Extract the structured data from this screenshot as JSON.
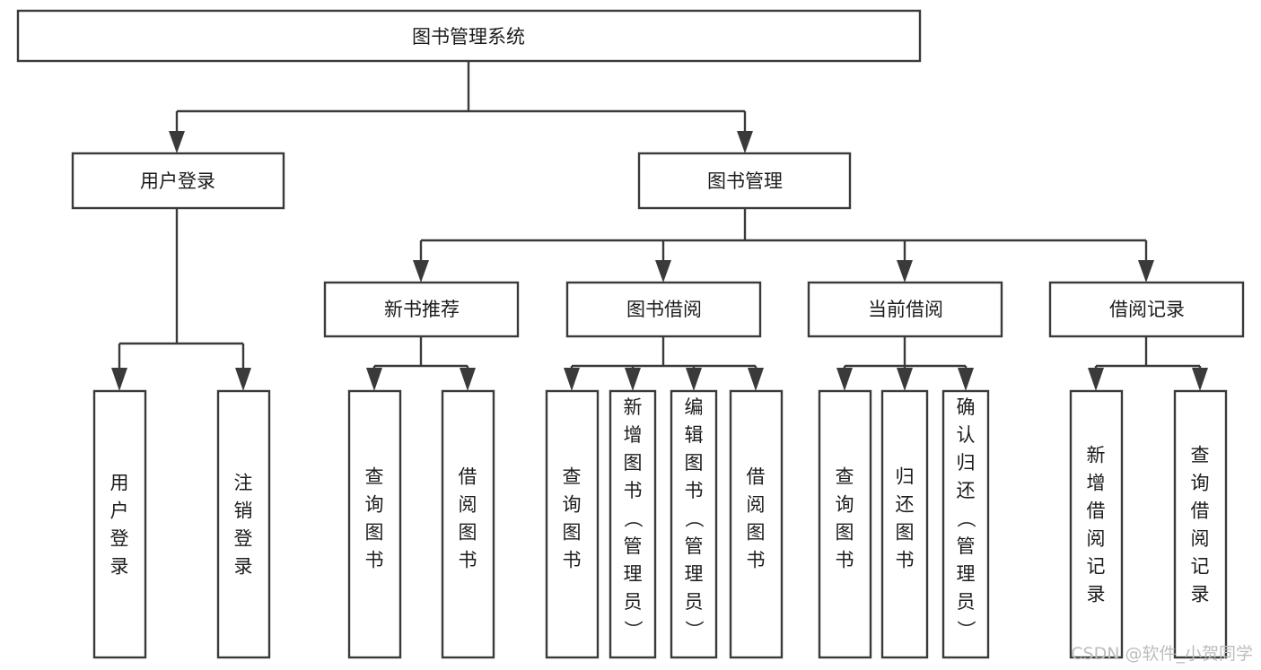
{
  "diagram": {
    "type": "tree-hierarchy-flowchart",
    "title": "图书管理系统",
    "watermark": "CSDN @软件_小贺同学",
    "colors": {
      "background": "#ffffff",
      "box_fill": "#ffffff",
      "box_stroke": "#3a3a3a",
      "text": "#1c1c1c",
      "watermark": "#bdbdbd"
    },
    "levels": [
      {
        "level": 1,
        "nodes": [
          {
            "id": "root",
            "label": "图书管理系统",
            "orientation": "horizontal"
          }
        ]
      },
      {
        "level": 2,
        "nodes": [
          {
            "id": "user-login",
            "label": "用户登录",
            "orientation": "horizontal",
            "parent": "root"
          },
          {
            "id": "book-manage",
            "label": "图书管理",
            "orientation": "horizontal",
            "parent": "root"
          }
        ]
      },
      {
        "level": 3,
        "nodes": [
          {
            "id": "new-book-rec",
            "label": "新书推荐",
            "orientation": "horizontal",
            "parent": "book-manage"
          },
          {
            "id": "book-borrow",
            "label": "图书借阅",
            "orientation": "horizontal",
            "parent": "book-manage"
          },
          {
            "id": "current-borrow",
            "label": "当前借阅",
            "orientation": "horizontal",
            "parent": "book-manage"
          },
          {
            "id": "borrow-record",
            "label": "借阅记录",
            "orientation": "horizontal",
            "parent": "book-manage"
          }
        ]
      },
      {
        "level": 4,
        "nodes": [
          {
            "id": "leaf-user-login",
            "label": "用户登录",
            "orientation": "vertical",
            "parent": "user-login"
          },
          {
            "id": "leaf-logout",
            "label": "注销登录",
            "orientation": "vertical",
            "parent": "user-login"
          },
          {
            "id": "leaf-query-book-1",
            "label": "查询图书",
            "orientation": "vertical",
            "parent": "new-book-rec"
          },
          {
            "id": "leaf-borrow-book-1",
            "label": "借阅图书",
            "orientation": "vertical",
            "parent": "new-book-rec"
          },
          {
            "id": "leaf-query-book-2",
            "label": "查询图书",
            "orientation": "vertical",
            "parent": "book-borrow"
          },
          {
            "id": "leaf-add-book",
            "label": "新增图书（管理员）",
            "orientation": "vertical",
            "parent": "book-borrow"
          },
          {
            "id": "leaf-edit-book",
            "label": "编辑图书（管理员）",
            "orientation": "vertical",
            "parent": "book-borrow"
          },
          {
            "id": "leaf-borrow-book-2",
            "label": "借阅图书",
            "orientation": "vertical",
            "parent": "book-borrow"
          },
          {
            "id": "leaf-query-book-3",
            "label": "查询图书",
            "orientation": "vertical",
            "parent": "current-borrow"
          },
          {
            "id": "leaf-return-book",
            "label": "归还图书",
            "orientation": "vertical",
            "parent": "current-borrow"
          },
          {
            "id": "leaf-confirm-return",
            "label": "确认归还（管理员）",
            "orientation": "vertical",
            "parent": "current-borrow"
          },
          {
            "id": "leaf-add-record",
            "label": "新增借阅记录",
            "orientation": "vertical",
            "parent": "borrow-record"
          },
          {
            "id": "leaf-query-record",
            "label": "查询借阅记录",
            "orientation": "vertical",
            "parent": "borrow-record"
          }
        ]
      }
    ]
  }
}
